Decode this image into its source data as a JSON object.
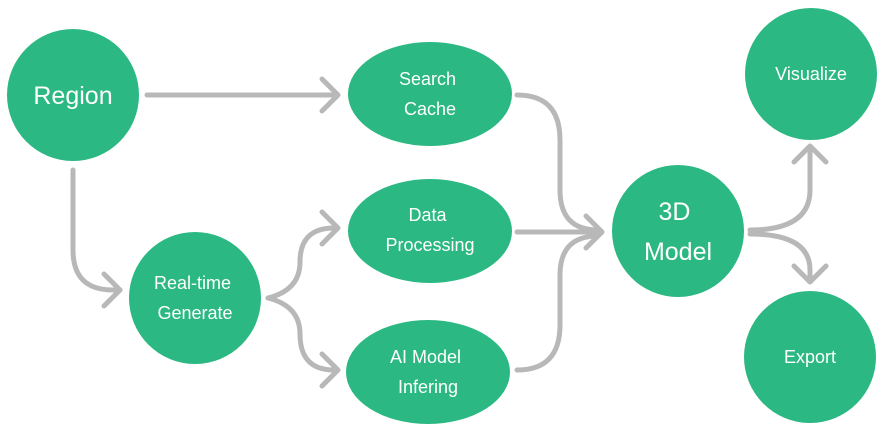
{
  "colors": {
    "node_fill": "#2bb883",
    "node_text": "#ffffff",
    "edge": "#b8b8b8",
    "background": "#ffffff"
  },
  "nodes": {
    "region": {
      "label": [
        "Region"
      ]
    },
    "search_cache": {
      "label": [
        "Search",
        "Cache"
      ]
    },
    "data_processing": {
      "label": [
        "Data",
        "Processing"
      ]
    },
    "ai_model_infering": {
      "label": [
        "AI Model",
        "Infering"
      ]
    },
    "realtime_generate": {
      "label": [
        "Real-time",
        "Generate"
      ]
    },
    "model_3d": {
      "label": [
        "3D",
        "Model"
      ]
    },
    "visualize": {
      "label": [
        "Visualize"
      ]
    },
    "export": {
      "label": [
        "Export"
      ]
    }
  },
  "edges": [
    {
      "from": "region",
      "to": "search_cache"
    },
    {
      "from": "region",
      "to": "realtime_generate"
    },
    {
      "from": "realtime_generate",
      "to": "data_processing"
    },
    {
      "from": "realtime_generate",
      "to": "ai_model_infering"
    },
    {
      "from": "search_cache",
      "to": "model_3d"
    },
    {
      "from": "data_processing",
      "to": "model_3d"
    },
    {
      "from": "ai_model_infering",
      "to": "model_3d"
    },
    {
      "from": "model_3d",
      "to": "visualize"
    },
    {
      "from": "model_3d",
      "to": "export"
    }
  ]
}
